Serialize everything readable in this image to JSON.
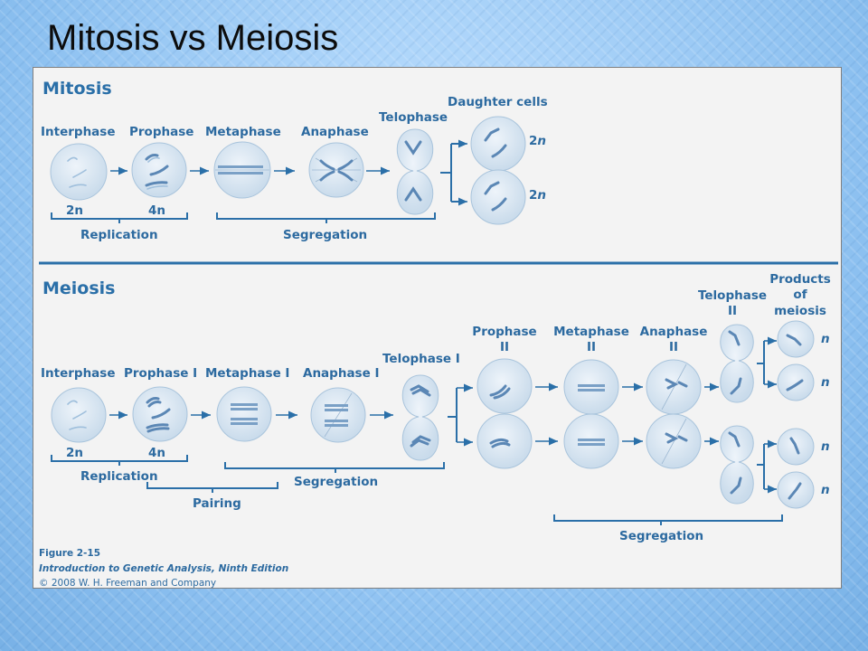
{
  "slide": {
    "title": "Mitosis vs Meiosis"
  },
  "mitosis": {
    "heading": "Mitosis",
    "stages": [
      "Interphase",
      "Prophase",
      "Metaphase",
      "Anaphase",
      "Telophase",
      "Daughter cells"
    ],
    "ploidy_interphase": "2n",
    "ploidy_prophase": "4n",
    "daughter_ploidy_value": "2",
    "daughter_ploidy_symbol": "n",
    "brackets": [
      "Replication",
      "Segregation"
    ]
  },
  "meiosis": {
    "heading": "Meiosis",
    "stages": [
      "Interphase",
      "Prophase I",
      "Metaphase I",
      "Anaphase I",
      "Telophase I"
    ],
    "stage_prophase2": [
      "Prophase",
      "II"
    ],
    "stage_metaphase2": [
      "Metaphase",
      "II"
    ],
    "stage_anaphase2": [
      "Anaphase",
      "II"
    ],
    "stage_telophase2": [
      "Telophase",
      "II"
    ],
    "stage_products": [
      "Products",
      "of",
      "meiosis"
    ],
    "ploidy_interphase": "2n",
    "ploidy_prophase": "4n",
    "product_ploidy": "n",
    "brackets": [
      "Replication",
      "Pairing",
      "Segregation",
      "Segregation"
    ]
  },
  "caption": {
    "figure": "Figure 2-15",
    "book": "Introduction to Genetic Analysis, Ninth Edition",
    "copyright": "© 2008 W. H. Freeman and Company"
  },
  "colors": {
    "accent": "#2a6fa8",
    "panel": "#f3f3f3",
    "cell": "#dce8f3"
  }
}
